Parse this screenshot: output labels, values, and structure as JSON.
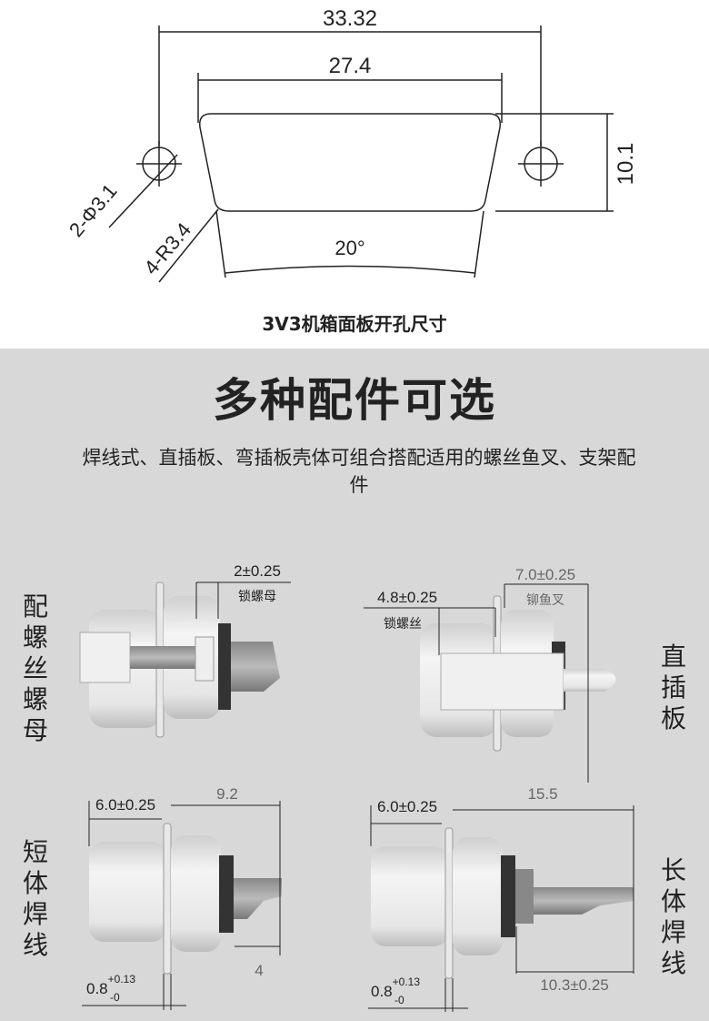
{
  "cutout": {
    "dim_total_width": "33.32",
    "dim_opening_width": "27.4",
    "dim_height": "10.1",
    "dim_holes": "2-Φ3.1",
    "dim_radius": "4-R3.4",
    "dim_angle": "20°",
    "caption": "3V3机箱面板开孔尺寸"
  },
  "accessories": {
    "headline": "多种配件可选",
    "subtitle": "焊线式、直插板、弯插板壳体可组合搭配适用的螺丝鱼叉、支架配件",
    "screw_nut": {
      "label": "配螺丝螺母",
      "dim": "2±0.25",
      "dim_note": "锁螺母"
    },
    "straight_pcb": {
      "label": "直插板",
      "dim_screw": "4.8±0.25",
      "dim_screw_note": "锁螺丝",
      "dim_fork": "7.0±0.25",
      "dim_fork_note": "铆鱼叉"
    },
    "short_solder": {
      "label": "短体焊线",
      "dim_body": "6.0±0.25",
      "dim_length": "9.2",
      "dim_pin": "4",
      "dim_flange_base": "0.8",
      "dim_flange_plus": "+0.13",
      "dim_flange_minus": "-0"
    },
    "long_solder": {
      "label": "长体焊线",
      "dim_body": "6.0±0.25",
      "dim_length": "15.5",
      "dim_pin": "10.3±0.25",
      "dim_flange_base": "0.8",
      "dim_flange_plus": "+0.13",
      "dim_flange_minus": "-0"
    }
  }
}
